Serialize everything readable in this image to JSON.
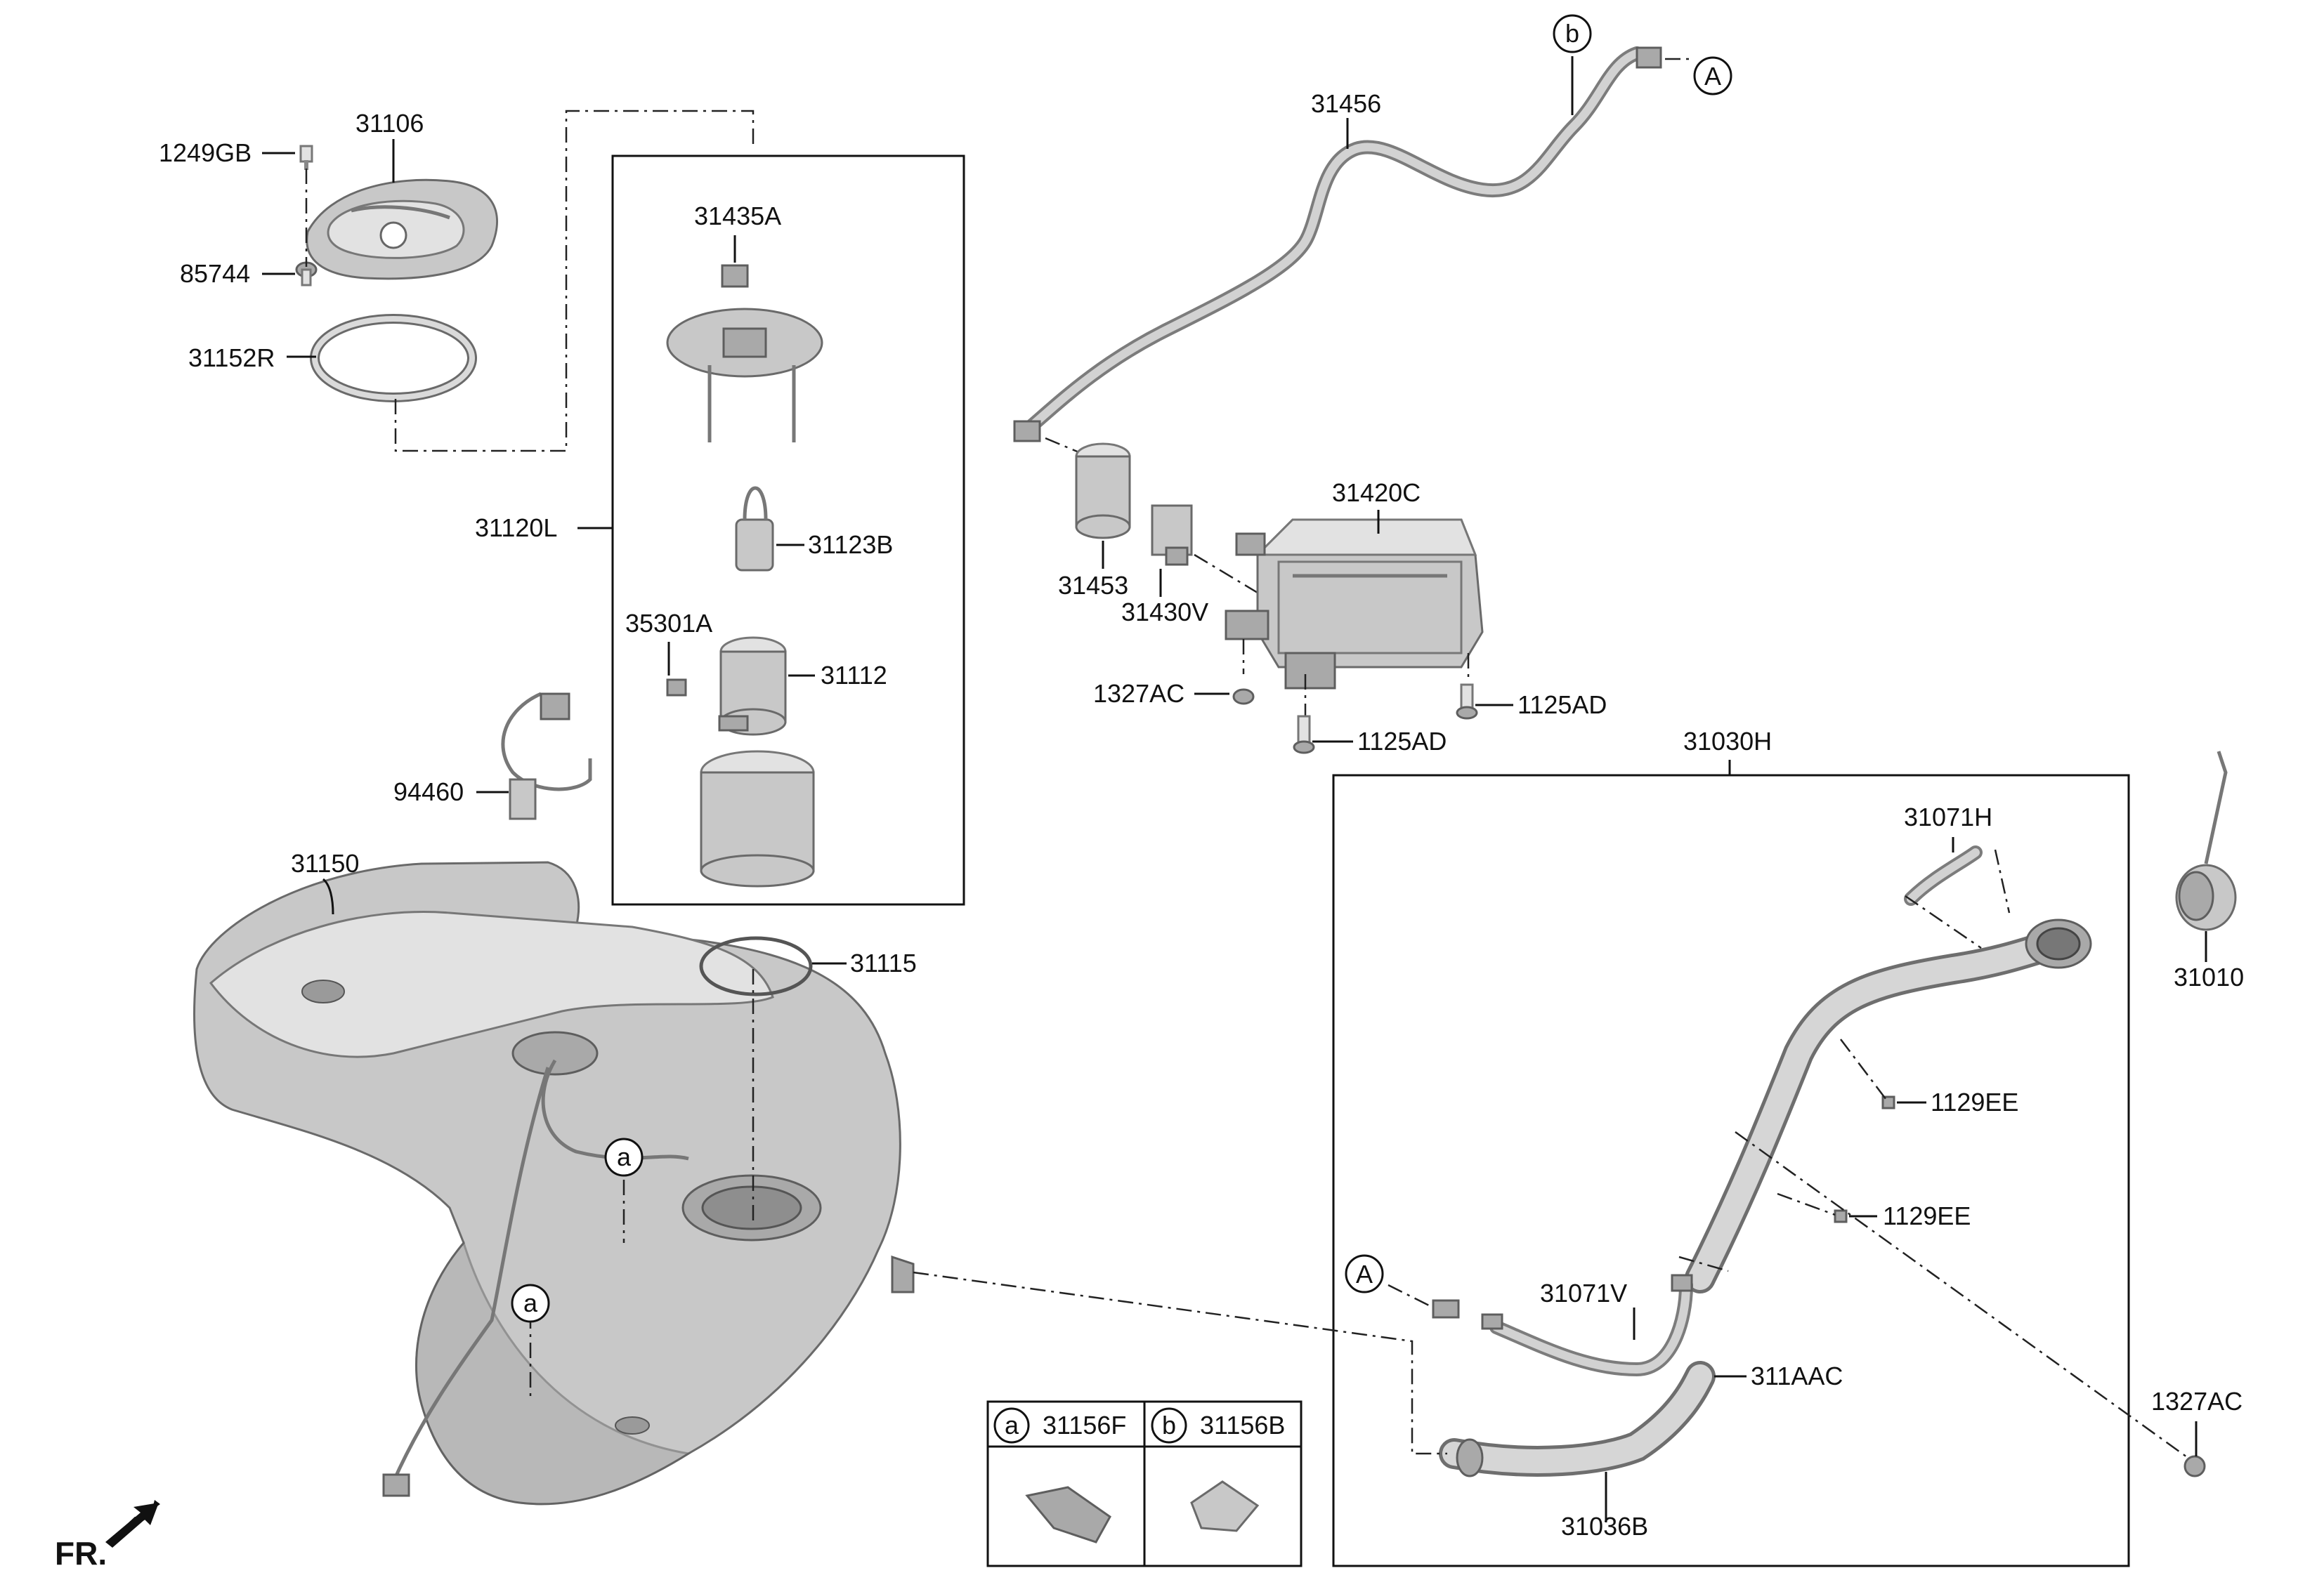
{
  "labels": {
    "p31106": "31106",
    "p1249GB": "1249GB",
    "p85744": "85744",
    "p31152R": "31152R",
    "p31435A": "31435A",
    "p31120L": "31120L",
    "p31123B": "31123B",
    "p35301A": "35301A",
    "p31112": "31112",
    "p94460": "94460",
    "p31150": "31150",
    "p31115": "31115",
    "p31456": "31456",
    "p31420C": "31420C",
    "p31453": "31453",
    "p31430V": "31430V",
    "p1327AC_top": "1327AC",
    "p1125AD_right": "1125AD",
    "p1125AD_bottom": "1125AD",
    "p31030H": "31030H",
    "p31071H": "31071H",
    "p31010": "31010",
    "p1129EE_upper": "1129EE",
    "p1129EE_lower": "1129EE",
    "p31071V": "31071V",
    "p311AAC": "311AAC",
    "p1327AC_right": "1327AC",
    "p31036B": "31036B"
  },
  "callouts": {
    "A": "A",
    "a": "a",
    "b": "b"
  },
  "legend": {
    "a_letter": "a",
    "a_part": "31156F",
    "b_letter": "b",
    "b_part": "31156B"
  },
  "direction": {
    "text": "FR."
  }
}
